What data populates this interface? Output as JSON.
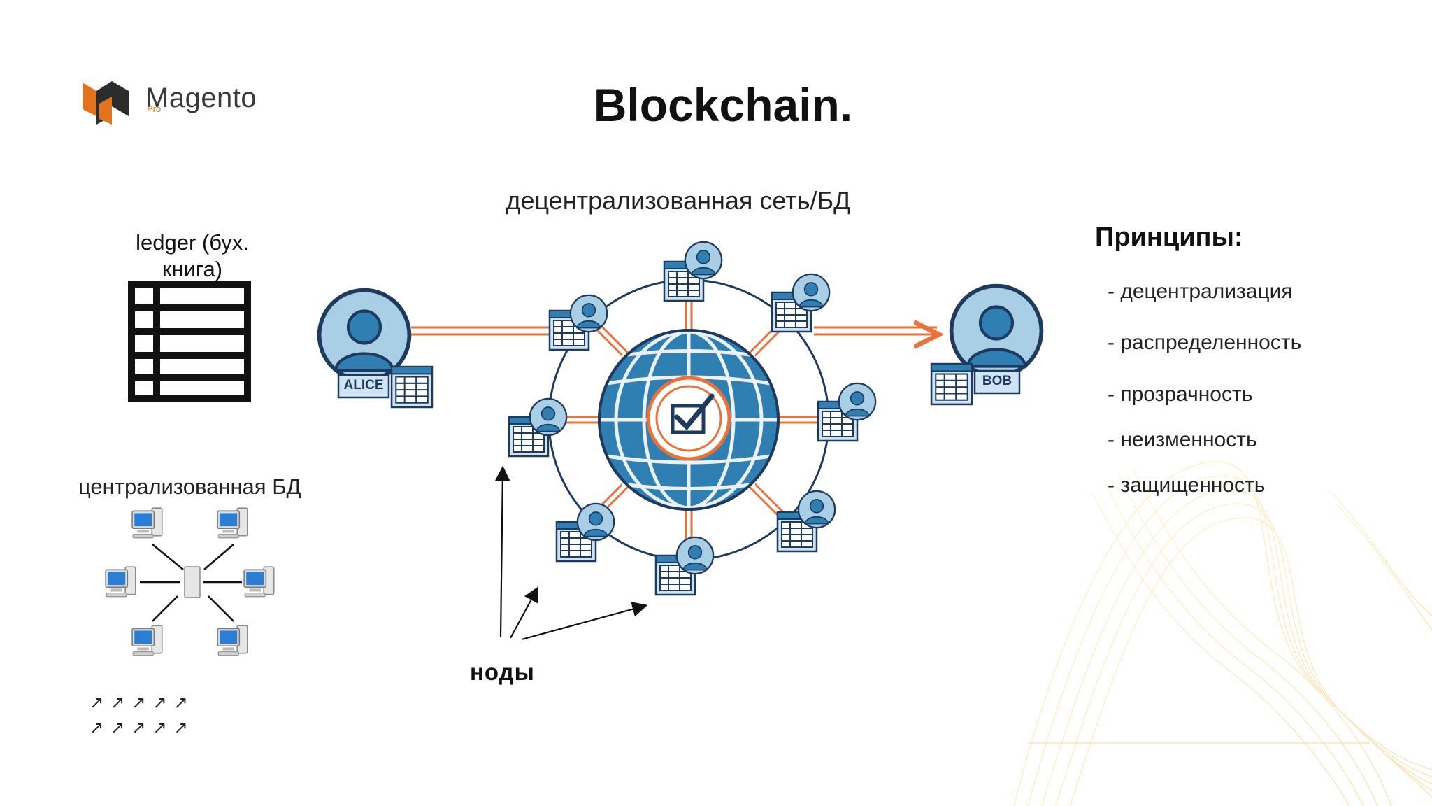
{
  "logo": {
    "brand": "Magento",
    "pro": "Pro"
  },
  "title": "Blockchain.",
  "subtitle": "децентрализованная сеть/БД",
  "ledger": {
    "label_line1": "ledger (бух.",
    "label_line2": "книга)"
  },
  "centralized": {
    "label": "централизованная БД"
  },
  "network": {
    "alice_label": "ALICE",
    "bob_label": "BOB"
  },
  "nodes_label": "ноды",
  "principles": {
    "title": "Принципы:",
    "items": [
      "- децентрализация",
      "- распределенность",
      "- прозрачность",
      "- неизменность",
      "- защищенность"
    ]
  },
  "arrow_rows": [
    "↗↗↗↗↗",
    "↗↗↗↗↗"
  ],
  "colors": {
    "accent_orange": "#e8733a",
    "network_blue": "#2f7fb3",
    "dark_navy": "#1e3a5f",
    "light_blue": "#a9cfe6"
  }
}
